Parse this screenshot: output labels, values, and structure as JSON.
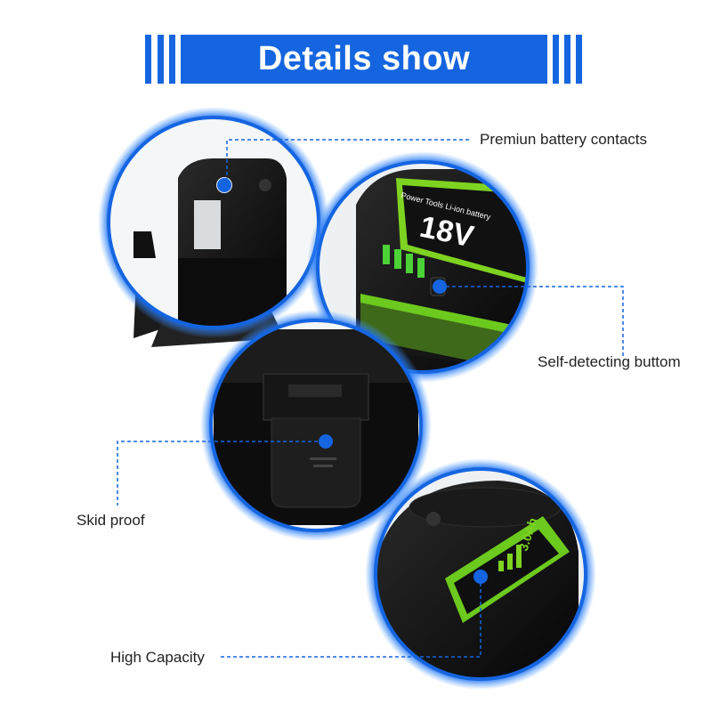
{
  "banner": {
    "title": "Details show"
  },
  "callouts": {
    "contacts": "Premiun battery contacts",
    "self_detecting": "Self-detecting buttom",
    "skid_proof": "Skid proof",
    "high_capacity": "High Capacity"
  },
  "battery_text": {
    "voltage": "18V",
    "subtitle": "Power Tools Li-ion battery",
    "capacity": "3.0Ah"
  },
  "colors": {
    "accent": "#1565e0",
    "brand_green": "#7ed321",
    "body": "#111111"
  }
}
